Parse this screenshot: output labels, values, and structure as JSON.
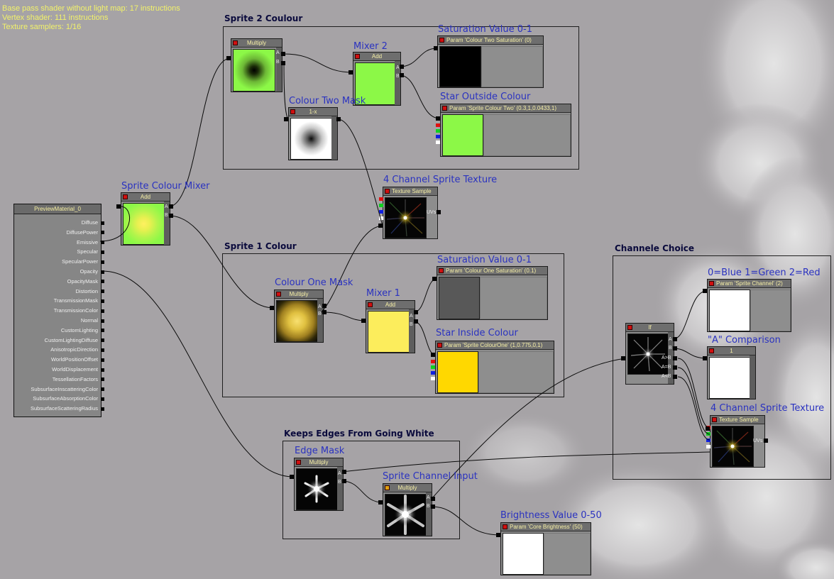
{
  "stats": [
    "Base pass shader without light map: 17 instructions",
    "Vertex shader: 111 instructions",
    "Texture samplers: 1/16"
  ],
  "frames": {
    "sprite2": "Sprite 2 Coulour",
    "sprite1": "Sprite 1 Colour",
    "edges": "Keeps Edges From Going White",
    "channel": "Channele Choice"
  },
  "comments": {
    "mixer2": "Mixer 2",
    "sat2": "Saturation Value 0-1",
    "star_outside": "Star Outside Colour",
    "colour_two_mask": "Colour Two Mask",
    "four_channel_a": "4 Channel Sprite Texture",
    "sprite_colour_mixer": "Sprite Colour Mixer",
    "colour_one_mask": "Colour One Mask",
    "mixer1": "Mixer 1",
    "sat1": "Saturation Value 0-1",
    "star_inside": "Star Inside Colour",
    "edge_mask": "Edge Mask",
    "sprite_channel_input": "Sprite Channel Input",
    "brightness": "Brightness Value 0-50",
    "channel_select": "0=Blue 1=Green 2=Red",
    "a_comparison": "\"A\" Comparison",
    "four_channel_b": "4 Channel Sprite Texture"
  },
  "nodes": {
    "multiply_top": "Multiply",
    "add_mixer2": "Add",
    "param_sat2": "Param 'Colour Two Saturation' (0)",
    "param_star_outside": "Param 'Sprite Colour Two' (0.3,1,0.0433,1)",
    "one_minus": "1-x",
    "tex_sample_a": "Texture Sample",
    "add_sprite_mixer": "Add",
    "multiply_colour_one": "Multiply",
    "add_mixer1": "Add",
    "param_sat1": "Param 'Colour One Saturation' (0.1)",
    "param_star_inside": "Param 'Sprite ColourOne' (1,0.775,0,1)",
    "multiply_edge": "Multiply",
    "multiply_channel": "Multiply",
    "param_brightness": "Param 'Core Brightness' (50)",
    "if_node": "If",
    "param_sprite_channel": "Param 'Sprite Channel' (2)",
    "const_one": "1",
    "tex_sample_b": "Texture Sample"
  },
  "pins": {
    "a": "A",
    "b": "B",
    "uvs": "UVs",
    "a_gt_b": "A>B",
    "a_eq_b": "A=B",
    "a_lt_b": "A<B"
  },
  "preview_material": {
    "title": "PreviewMaterial_0",
    "inputs": [
      "Diffuse",
      "DiffusePower",
      "Emissive",
      "Specular",
      "SpecularPower",
      "Opacity",
      "OpacityMask",
      "Distortion",
      "TransmissionMask",
      "TransmissionColor",
      "Normal",
      "CustomLighting",
      "CustomLightingDiffuse",
      "AnisotropicDirection",
      "WorldPositionOffset",
      "WorldDisplacement",
      "TessellationFactors",
      "SubsurfaceInscatteringColor",
      "SubsurfaceAbsorptionColor",
      "SubsurfaceScatteringRadius"
    ]
  },
  "colors": {
    "background": "#a6a3a6",
    "comment_text": "#2a32c0",
    "header_text": "#f7f0a6",
    "green_out": "#8cf847",
    "yellow_mix": "#fced5c",
    "gold": "#ffd800"
  }
}
